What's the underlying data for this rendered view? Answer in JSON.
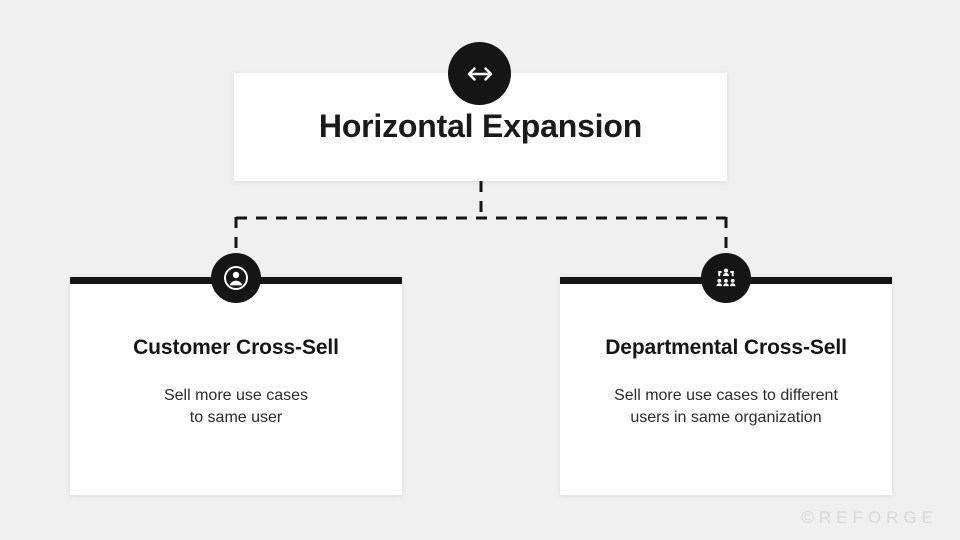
{
  "background_color": "#f0f0f0",
  "accent_color": "#151515",
  "diagram": {
    "type": "tree-diagram",
    "root": {
      "title": "Horizontal Expansion",
      "icon": "horizontal-double-arrow-icon"
    },
    "children": [
      {
        "title": "Customer Cross-Sell",
        "description": "Sell more use cases to same user",
        "description_line_1": "Sell more use cases",
        "description_line_2": "to same user",
        "icon": "single-user-circle-icon"
      },
      {
        "title": "Departmental Cross-Sell",
        "description": "Sell more use cases to different users in same organization",
        "description_line_1": "Sell more use cases to different",
        "description_line_2": "users in same organization",
        "icon": "organization-group-icon"
      }
    ],
    "connector_style": "dashed"
  },
  "watermark": {
    "text": "©REFORGE"
  }
}
